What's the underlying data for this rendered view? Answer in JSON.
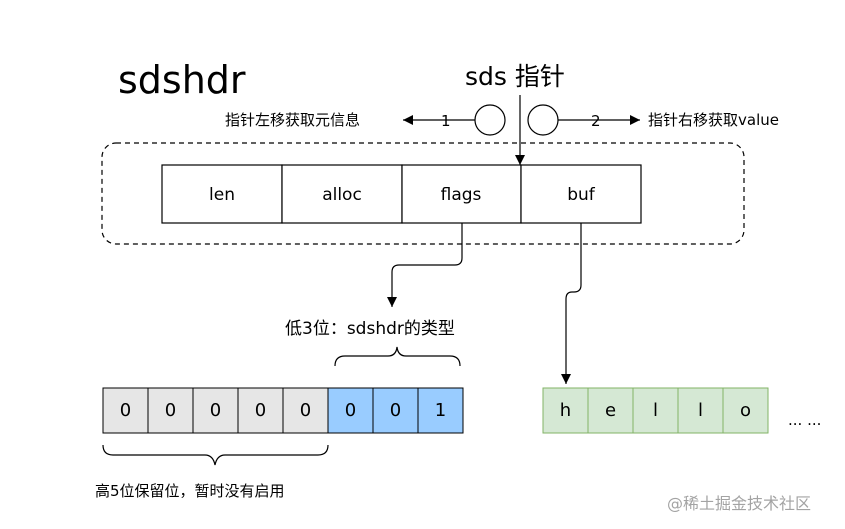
{
  "title": "sdshdr",
  "pointer": {
    "label": "sds 指针",
    "left_note": "指针左移获取元信息",
    "left_step": "1",
    "right_note": "指针右移获取value",
    "right_step": "2"
  },
  "header_cells": [
    "len",
    "alloc",
    "flags",
    "buf"
  ],
  "flags_caption": "低3位：sdshdr的类型",
  "bits": [
    "0",
    "0",
    "0",
    "0",
    "0",
    "0",
    "0",
    "1"
  ],
  "reserved_caption": "高5位保留位，暂时没有启用",
  "buf_chars": [
    "h",
    "e",
    "l",
    "l",
    "o"
  ],
  "ellipsis": "... ...",
  "watermark": "@稀土掘金技术社区",
  "colors": {
    "reserved_bits_fill": "#e6e6e6",
    "type_bits_fill": "#99ccff",
    "buf_fill": "#d5e8d4",
    "buf_stroke": "#82b366",
    "line": "#000000"
  }
}
